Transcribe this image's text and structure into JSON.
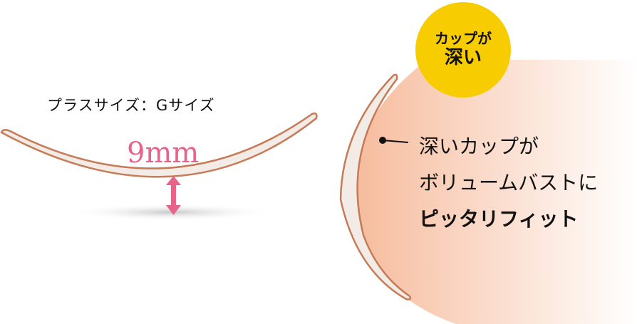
{
  "left": {
    "size_label": "プラスサイズ：Gサイズ",
    "depth_value": "9mm",
    "accent_color": "#e8638a"
  },
  "right": {
    "badge": {
      "line1": "カップが",
      "line2": "深い",
      "color": "#f7cc00"
    },
    "description": {
      "line1": "深いカップが",
      "line2": "ボリュームバストに",
      "line3": "ピッタリフィット"
    },
    "gradient_color": "#f7c1a5"
  }
}
